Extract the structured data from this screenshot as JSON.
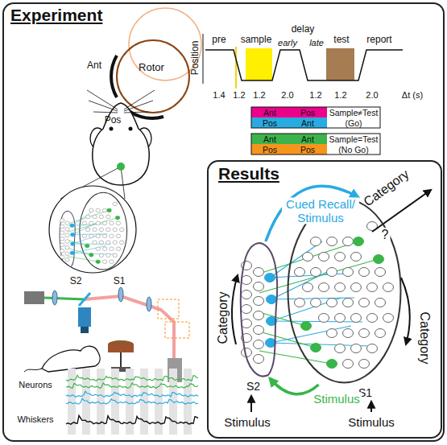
{
  "diagram": {
    "nodes": [
      {
        "text": [
          "Experiment"
        ]
      },
      {
        "text": [
          "Results"
        ],
        "in": 0
      },
      {
        "text": [
          "S2"
        ],
        "in": 1
      },
      {
        "text": [
          "S1"
        ],
        "in": 1
      }
    ],
    "edges": [
      {
        "from": 2,
        "to": 3,
        "arrow": "to",
        "label": "Cued Recall/ Stimulus"
      },
      {
        "from": 3,
        "to": 2,
        "arrow": "to",
        "label": "Stimulus"
      }
    ],
    "labels": [
      "Ant",
      "Rotor",
      "Pos",
      "Position",
      "pre",
      "sample",
      "delay",
      "early",
      "late",
      "test",
      "report",
      "1.4",
      "1.2",
      "1.2",
      "2.0",
      "1.2",
      "1.2",
      "2.0",
      "Δt (s)",
      "Ant",
      "Pos",
      "Sample≠Test",
      "Pos",
      "Ant",
      "(Go)",
      "Ant",
      "Ant",
      "Sample=Test",
      "Pos",
      "Pos",
      "(No Go)",
      "S2",
      "S1",
      "Neurons",
      "Whiskers",
      "Category",
      "?",
      "Category",
      "Category",
      "Stimulus",
      "Stimulus"
    ]
  }
}
